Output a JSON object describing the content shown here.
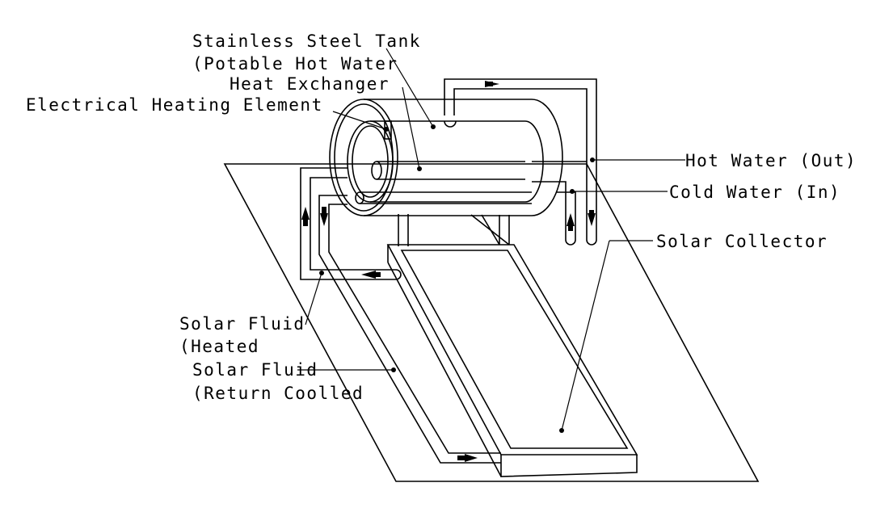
{
  "labels": {
    "tank_line1": "Stainless Steel Tank",
    "tank_line2": "(Potable Hot Water",
    "heat_exchanger": "Heat Exchanger",
    "heating_element": "Electrical Heating Element",
    "hot_water_out": "Hot Water (Out)",
    "cold_water_in": "Cold Water (In)",
    "solar_collector": "Solar Collector",
    "solar_fluid_heated_line1": "Solar Fluid",
    "solar_fluid_heated_line2": "(Heated",
    "solar_fluid_return_line1": "Solar Fluid",
    "solar_fluid_return_line2": "(Return Coolled"
  }
}
